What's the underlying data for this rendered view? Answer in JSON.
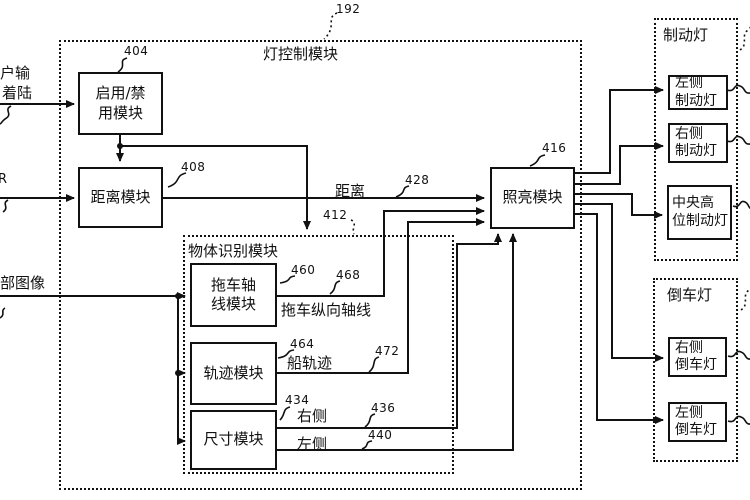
{
  "figure": {
    "groups": {
      "light_control": {
        "label": "灯控制模块",
        "ref": "192"
      },
      "object_recognition": {
        "label": "物体识别模块",
        "ref": "412"
      },
      "brake_lights": {
        "label": "制动灯"
      },
      "reverse_lights": {
        "label": "倒车灯"
      }
    },
    "modules": {
      "enable_disable": {
        "line1": "启用/禁",
        "line2": "用模块",
        "ref": "404"
      },
      "distance": {
        "label": "距离模块",
        "ref": "408"
      },
      "illumination": {
        "label": "照亮模块",
        "ref": "416"
      },
      "trailer_axis": {
        "line1": "拖车轴",
        "line2": "线模块",
        "ref": "460"
      },
      "trajectory": {
        "label": "轨迹模块",
        "ref": "464"
      },
      "size": {
        "label": "尺寸模块",
        "ref": "434"
      }
    },
    "lights": {
      "left_brake": {
        "line1": "左侧",
        "line2": "制动灯"
      },
      "right_brake": {
        "line1": "右侧",
        "line2": "制动灯"
      },
      "center_high_brake": {
        "line1": "中央高",
        "line2": "位制动灯"
      },
      "right_reverse": {
        "line1": "右侧",
        "line2": "倒车灯"
      },
      "left_reverse": {
        "line1": "左侧",
        "line2": "倒车灯"
      }
    },
    "inputs": {
      "user_input_line1": "户输",
      "user_input_line2": "着陆",
      "sensor": "R",
      "rear_image": "部图像"
    },
    "signals": {
      "distance": {
        "label": "距离",
        "ref": "428"
      },
      "trailer_longitudinal_axis": {
        "label": "拖车纵向轴线",
        "ref": "468"
      },
      "boat_trajectory": {
        "label": "船轨迹",
        "ref": "472"
      },
      "right_side": {
        "label": "右侧",
        "ref": "436"
      },
      "left_side": {
        "label": "左侧",
        "ref": "440"
      }
    }
  }
}
